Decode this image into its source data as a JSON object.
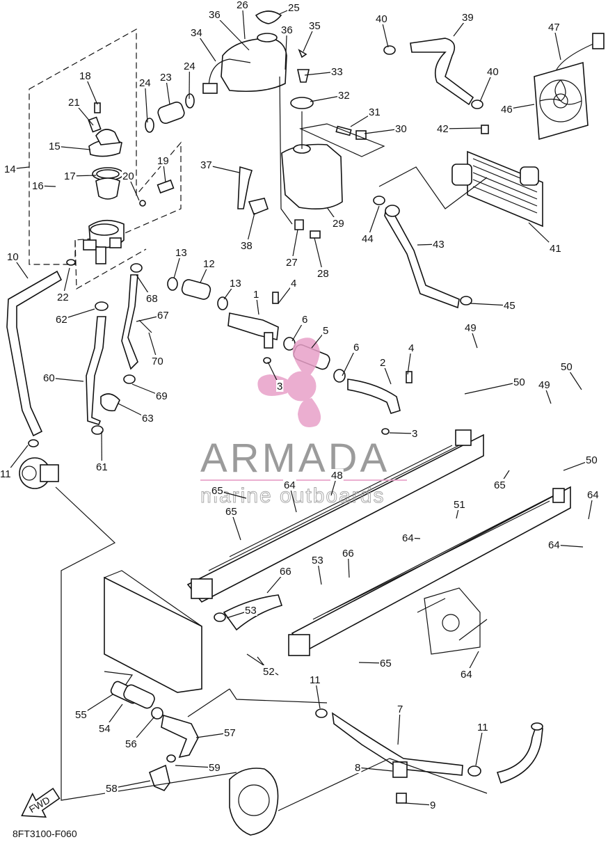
{
  "watermark": {
    "brand": "ARMADA",
    "tagline": "marine outboards",
    "accent_color": "#e8a0c8"
  },
  "diagram_code": "8FT3100-F060",
  "fwd_label": "FWD",
  "callouts": [
    {
      "id": "c1",
      "text": "1"
    },
    {
      "id": "c2",
      "text": "2"
    },
    {
      "id": "c3a",
      "text": "3"
    },
    {
      "id": "c3b",
      "text": "3"
    },
    {
      "id": "c4a",
      "text": "4"
    },
    {
      "id": "c4b",
      "text": "4"
    },
    {
      "id": "c5",
      "text": "5"
    },
    {
      "id": "c6a",
      "text": "6"
    },
    {
      "id": "c6b",
      "text": "6"
    },
    {
      "id": "c7",
      "text": "7"
    },
    {
      "id": "c8",
      "text": "8"
    },
    {
      "id": "c9",
      "text": "9"
    },
    {
      "id": "c10",
      "text": "10"
    },
    {
      "id": "c11a",
      "text": "11"
    },
    {
      "id": "c11b",
      "text": "11"
    },
    {
      "id": "c11c",
      "text": "11"
    },
    {
      "id": "c12",
      "text": "12"
    },
    {
      "id": "c13a",
      "text": "13"
    },
    {
      "id": "c13b",
      "text": "13"
    },
    {
      "id": "c14",
      "text": "14"
    },
    {
      "id": "c15",
      "text": "15"
    },
    {
      "id": "c16",
      "text": "16"
    },
    {
      "id": "c17",
      "text": "17"
    },
    {
      "id": "c18",
      "text": "18"
    },
    {
      "id": "c19",
      "text": "19"
    },
    {
      "id": "c20",
      "text": "20"
    },
    {
      "id": "c21",
      "text": "21"
    },
    {
      "id": "c22",
      "text": "22"
    },
    {
      "id": "c23",
      "text": "23"
    },
    {
      "id": "c24a",
      "text": "24"
    },
    {
      "id": "c24b",
      "text": "24"
    },
    {
      "id": "c25",
      "text": "25"
    },
    {
      "id": "c26",
      "text": "26"
    },
    {
      "id": "c27",
      "text": "27"
    },
    {
      "id": "c28",
      "text": "28"
    },
    {
      "id": "c29",
      "text": "29"
    },
    {
      "id": "c30",
      "text": "30"
    },
    {
      "id": "c31",
      "text": "31"
    },
    {
      "id": "c32",
      "text": "32"
    },
    {
      "id": "c33",
      "text": "33"
    },
    {
      "id": "c34",
      "text": "34"
    },
    {
      "id": "c35",
      "text": "35"
    },
    {
      "id": "c36a",
      "text": "36"
    },
    {
      "id": "c36b",
      "text": "36"
    },
    {
      "id": "c37",
      "text": "37"
    },
    {
      "id": "c38",
      "text": "38"
    },
    {
      "id": "c39",
      "text": "39"
    },
    {
      "id": "c40a",
      "text": "40"
    },
    {
      "id": "c40b",
      "text": "40"
    },
    {
      "id": "c41",
      "text": "41"
    },
    {
      "id": "c42",
      "text": "42"
    },
    {
      "id": "c43",
      "text": "43"
    },
    {
      "id": "c44",
      "text": "44"
    },
    {
      "id": "c45",
      "text": "45"
    },
    {
      "id": "c46",
      "text": "46"
    },
    {
      "id": "c47",
      "text": "47"
    },
    {
      "id": "c48",
      "text": "48"
    },
    {
      "id": "c49a",
      "text": "49"
    },
    {
      "id": "c49b",
      "text": "49"
    },
    {
      "id": "c50a",
      "text": "50"
    },
    {
      "id": "c50b",
      "text": "50"
    },
    {
      "id": "c50c",
      "text": "50"
    },
    {
      "id": "c51",
      "text": "51"
    },
    {
      "id": "c52",
      "text": "52"
    },
    {
      "id": "c53a",
      "text": "53"
    },
    {
      "id": "c53b",
      "text": "53"
    },
    {
      "id": "c54",
      "text": "54"
    },
    {
      "id": "c55",
      "text": "55"
    },
    {
      "id": "c56",
      "text": "56"
    },
    {
      "id": "c57",
      "text": "57"
    },
    {
      "id": "c58",
      "text": "58"
    },
    {
      "id": "c59",
      "text": "59"
    },
    {
      "id": "c60",
      "text": "60"
    },
    {
      "id": "c61",
      "text": "61"
    },
    {
      "id": "c62",
      "text": "62"
    },
    {
      "id": "c63",
      "text": "63"
    },
    {
      "id": "c64a",
      "text": "64"
    },
    {
      "id": "c64b",
      "text": "64"
    },
    {
      "id": "c64c",
      "text": "64"
    },
    {
      "id": "c64d",
      "text": "64"
    },
    {
      "id": "c64e",
      "text": "64"
    },
    {
      "id": "c65a",
      "text": "65"
    },
    {
      "id": "c65b",
      "text": "65"
    },
    {
      "id": "c65c",
      "text": "65"
    },
    {
      "id": "c65d",
      "text": "65"
    },
    {
      "id": "c66a",
      "text": "66"
    },
    {
      "id": "c66b",
      "text": "66"
    },
    {
      "id": "c67",
      "text": "67"
    },
    {
      "id": "c68",
      "text": "68"
    },
    {
      "id": "c69",
      "text": "69"
    },
    {
      "id": "c70",
      "text": "70"
    }
  ]
}
